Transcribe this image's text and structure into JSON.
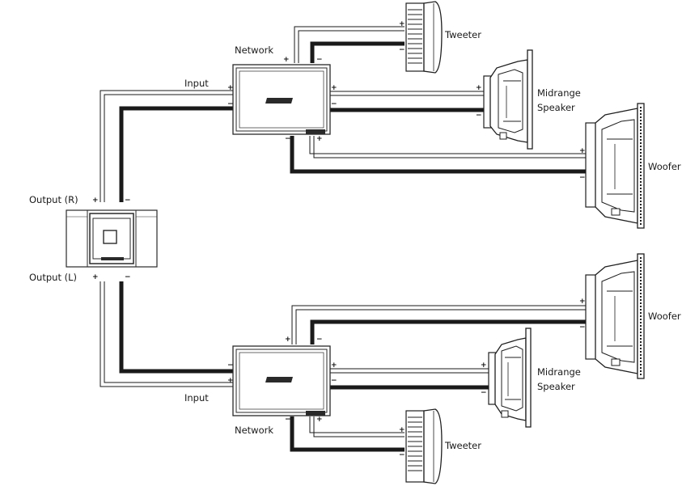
{
  "labels": {
    "output_r": "Output (R)",
    "output_l": "Output (L)",
    "input_top": "Input",
    "input_bottom": "Input",
    "network_top": "Network",
    "network_bottom": "Network",
    "tweeter_top": "Tweeter",
    "tweeter_bottom": "Tweeter",
    "midrange_top_1": "Midrange",
    "midrange_top_2": "Speaker",
    "midrange_bottom_1": "Midrange",
    "midrange_bottom_2": "Speaker",
    "woofer_top": "Woofer",
    "woofer_bottom": "Woofer"
  },
  "polarity": {
    "plus": "+",
    "minus": "−"
  },
  "colors": {
    "line": "#1a1a1a",
    "device": "#2a2a2a",
    "background": "#ffffff"
  }
}
